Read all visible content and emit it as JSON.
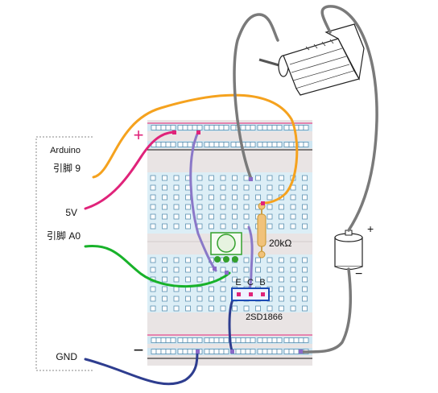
{
  "arduino": {
    "title": "Arduino",
    "pins": [
      "引脚 9",
      "5V",
      "引脚 A0",
      "GND"
    ]
  },
  "rail_signs": {
    "plus": "+",
    "minus": "−"
  },
  "battery_signs": {
    "plus": "+",
    "minus": "−"
  },
  "resistor": {
    "label": "20kΩ"
  },
  "transistor": {
    "pins": [
      "E",
      "C",
      "B"
    ],
    "label": "2SD1866"
  },
  "colors": {
    "board": "#e9e4e4",
    "rail_strip": "#cfe6f2",
    "rail_plus": "#e0237a",
    "rail_minus": "#111111",
    "wire_orange": "#f5a21e",
    "wire_pink": "#e0237a",
    "wire_green": "#18b22a",
    "wire_navy": "#2e3d8f",
    "wire_purple": "#8a78c8",
    "wire_gray": "#7a7a7a",
    "transistor_outline": "#1c4bb5",
    "sensor_outline": "#33a02c",
    "resistor_body": "#f1c27a"
  }
}
